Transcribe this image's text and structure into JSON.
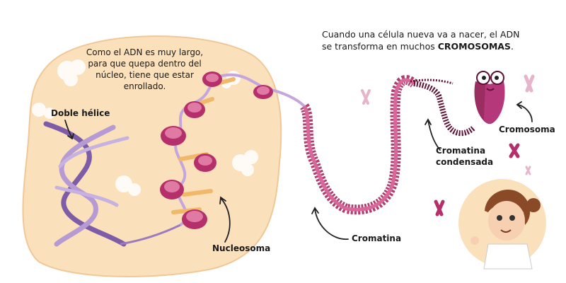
{
  "intro_text": "Como el ADN es muy largo, para que quepa dentro del núcleo, tiene que estar enrollado.",
  "header": {
    "line1": "Cuando una célula nueva va a nacer, el ADN",
    "line2_prefix": "se transforma en muchos ",
    "line2_emphasis": "CROMOSOMAS",
    "line2_suffix": "."
  },
  "labels": {
    "double_helix": "Doble hélice",
    "nucleosome": "Nucleosoma",
    "chromatin": "Cromatina",
    "condensed_line1": "Cromatina",
    "condensed_line2": "condensada",
    "chromosome": "Cromosoma"
  },
  "colors": {
    "nucleus_fill": "#fbe0bc",
    "histone": "#b5306b",
    "histone_light": "#e07aa4",
    "dna_strand": "#9a7bbd",
    "linker": "#f2b86a",
    "chromatin": "#8a1f4f"
  }
}
